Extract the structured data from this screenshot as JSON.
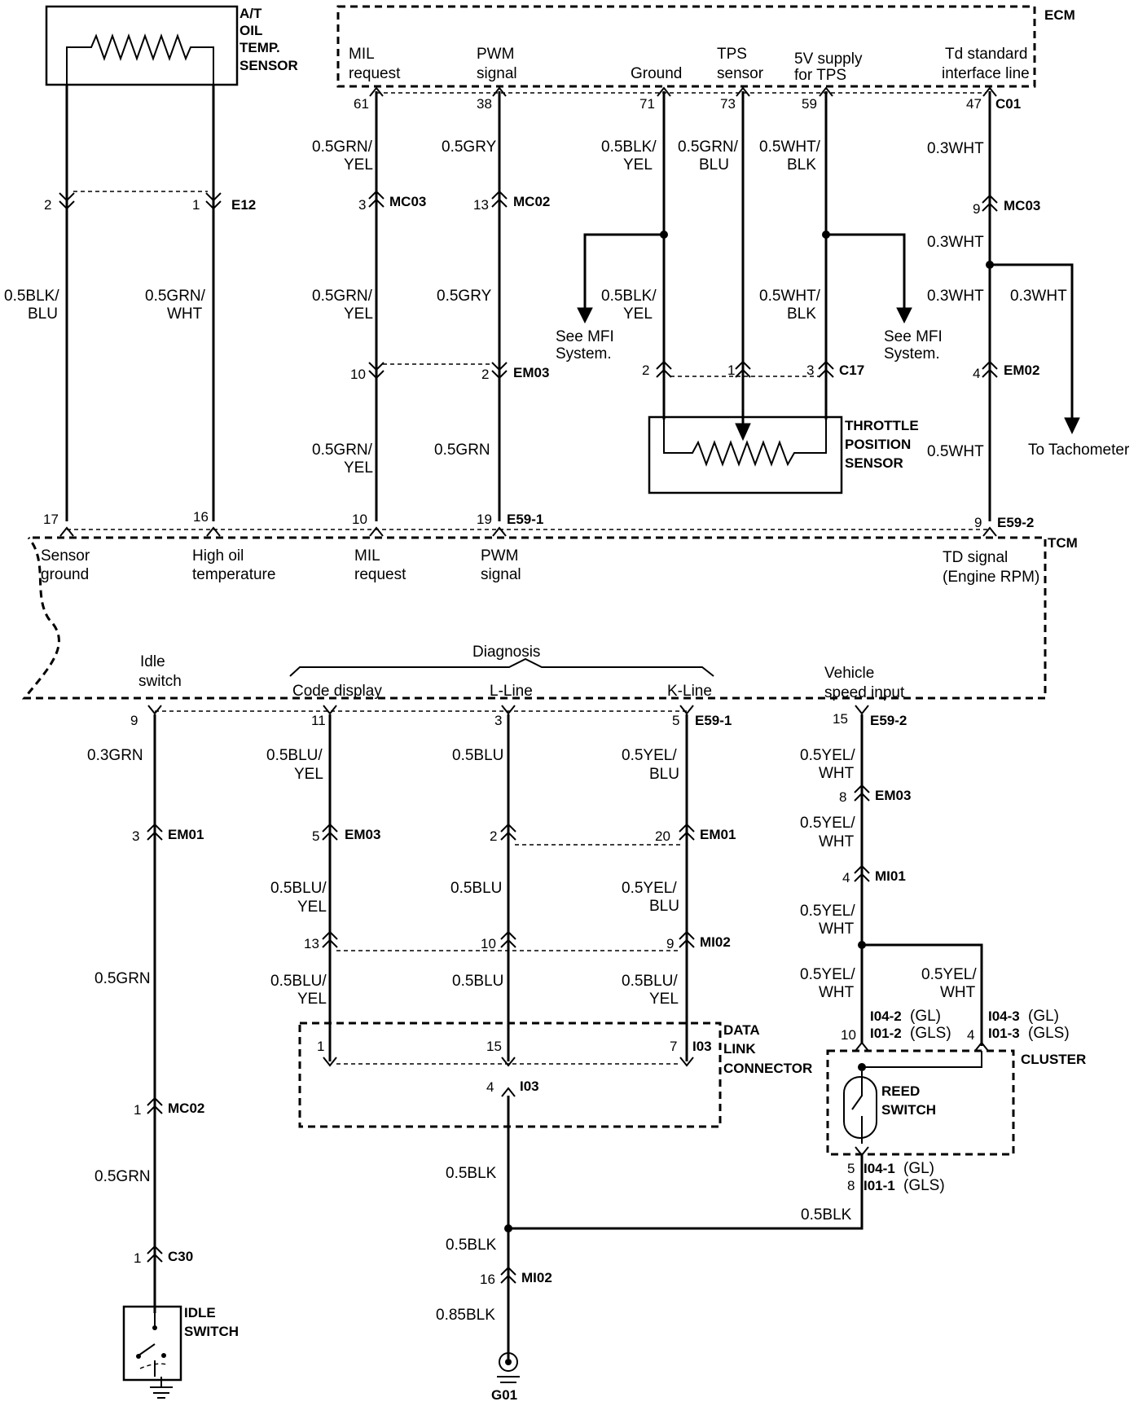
{
  "modules": {
    "ecm": "ECM",
    "tcm": "TCM"
  },
  "components": {
    "at_sensor": [
      "A/T",
      "OIL",
      "TEMP.",
      "SENSOR"
    ],
    "tps": [
      "THROTTLE",
      "POSITION",
      "SENSOR"
    ],
    "dlc": [
      "DATA",
      "LINK",
      "CONNECTOR"
    ],
    "cluster": "CLUSTER",
    "reed": [
      "REED",
      "SWITCH"
    ],
    "idle": [
      "IDLE",
      "SWITCH"
    ],
    "ground": "G01"
  },
  "ecm_pins": {
    "mil": [
      "MIL",
      "request"
    ],
    "pwm": [
      "PWM",
      "signal"
    ],
    "ground": "Ground",
    "tps": [
      "TPS",
      "sensor"
    ],
    "supply": [
      "5V supply",
      "for TPS"
    ],
    "td": [
      "Td standard",
      "interface line"
    ]
  },
  "tcm_top_pins": {
    "sensor_ground": [
      "Sensor",
      "ground"
    ],
    "high_oil": [
      "High oil",
      "temperature"
    ],
    "mil": [
      "MIL",
      "request"
    ],
    "pwm": [
      "PWM",
      "signal"
    ],
    "td": [
      "TD signal",
      "(Engine RPM)"
    ]
  },
  "tcm_bottom_pins": {
    "idle": [
      "Idle",
      "switch"
    ],
    "diagnosis": "Diagnosis",
    "code": "Code display",
    "lline": "L-Line",
    "kline": "K-Line",
    "vss": [
      "Vehicle",
      "speed input"
    ]
  },
  "notes": {
    "see_mfi": [
      "See MFI",
      "System."
    ],
    "to_tach": "To Tachometer"
  },
  "connectors": {
    "c01": "C01",
    "e12": "E12",
    "mc03": "MC03",
    "mc02": "MC02",
    "em03": "EM03",
    "em02": "EM02",
    "c17": "C17",
    "e59_1": "E59-1",
    "e59_2": "E59-2",
    "em01": "EM01",
    "mi01": "MI01",
    "mi02": "MI02",
    "i03": "I03",
    "c30": "C30",
    "i04_2": "I04-2",
    "i01_2": "I01-2",
    "i04_3": "I04-3",
    "i01_3": "I01-3",
    "i04_1": "I04-1",
    "i01_1": "I01-1",
    "gl": "(GL)",
    "gls": "(GLS)"
  },
  "pins": {
    "p61": "61",
    "p38": "38",
    "p71": "71",
    "p73": "73",
    "p59": "59",
    "p47": "47",
    "p2": "2",
    "p1": "1",
    "p3": "3",
    "p13": "13",
    "p9": "9",
    "p10": "10",
    "p4": "4",
    "p17": "17",
    "p16": "16",
    "p19": "19",
    "p11": "11",
    "p5": "5",
    "p15": "15",
    "p8": "8",
    "p20": "20",
    "p7": "7"
  },
  "wires": {
    "w_05blk_blu": [
      "0.5BLK/",
      "BLU"
    ],
    "w_05grn_wht": [
      "0.5GRN/",
      "WHT"
    ],
    "w_05grn_yel": [
      "0.5GRN/",
      "YEL"
    ],
    "w_05gry": "0.5GRY",
    "w_05grn": "0.5GRN",
    "w_05blk_yel": [
      "0.5BLK/",
      "YEL"
    ],
    "w_05grn_blu": [
      "0.5GRN/",
      "BLU"
    ],
    "w_05wht_blk": [
      "0.5WHT/",
      "BLK"
    ],
    "w_03wht": "0.3WHT",
    "w_05wht": "0.5WHT",
    "w_03grn": "0.3GRN",
    "w_05blu_yel": [
      "0.5BLU/",
      "YEL"
    ],
    "w_05blu": "0.5BLU",
    "w_05yel_blu": [
      "0.5YEL/",
      "BLU"
    ],
    "w_05yel_wht": [
      "0.5YEL/",
      "WHT"
    ],
    "w_05blk": "0.5BLK",
    "w_085blk": "0.85BLK"
  }
}
